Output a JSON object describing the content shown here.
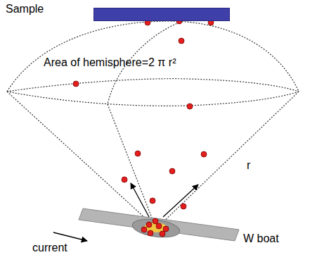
{
  "diagram": {
    "nodes": [
      {
        "text": [
          "Sample"
        ]
      },
      {
        "text": [
          "Area of hemisphere=2 π r²"
        ]
      },
      {
        "text": [
          "W boat"
        ]
      }
    ],
    "labels": [
      "r",
      "current"
    ]
  }
}
